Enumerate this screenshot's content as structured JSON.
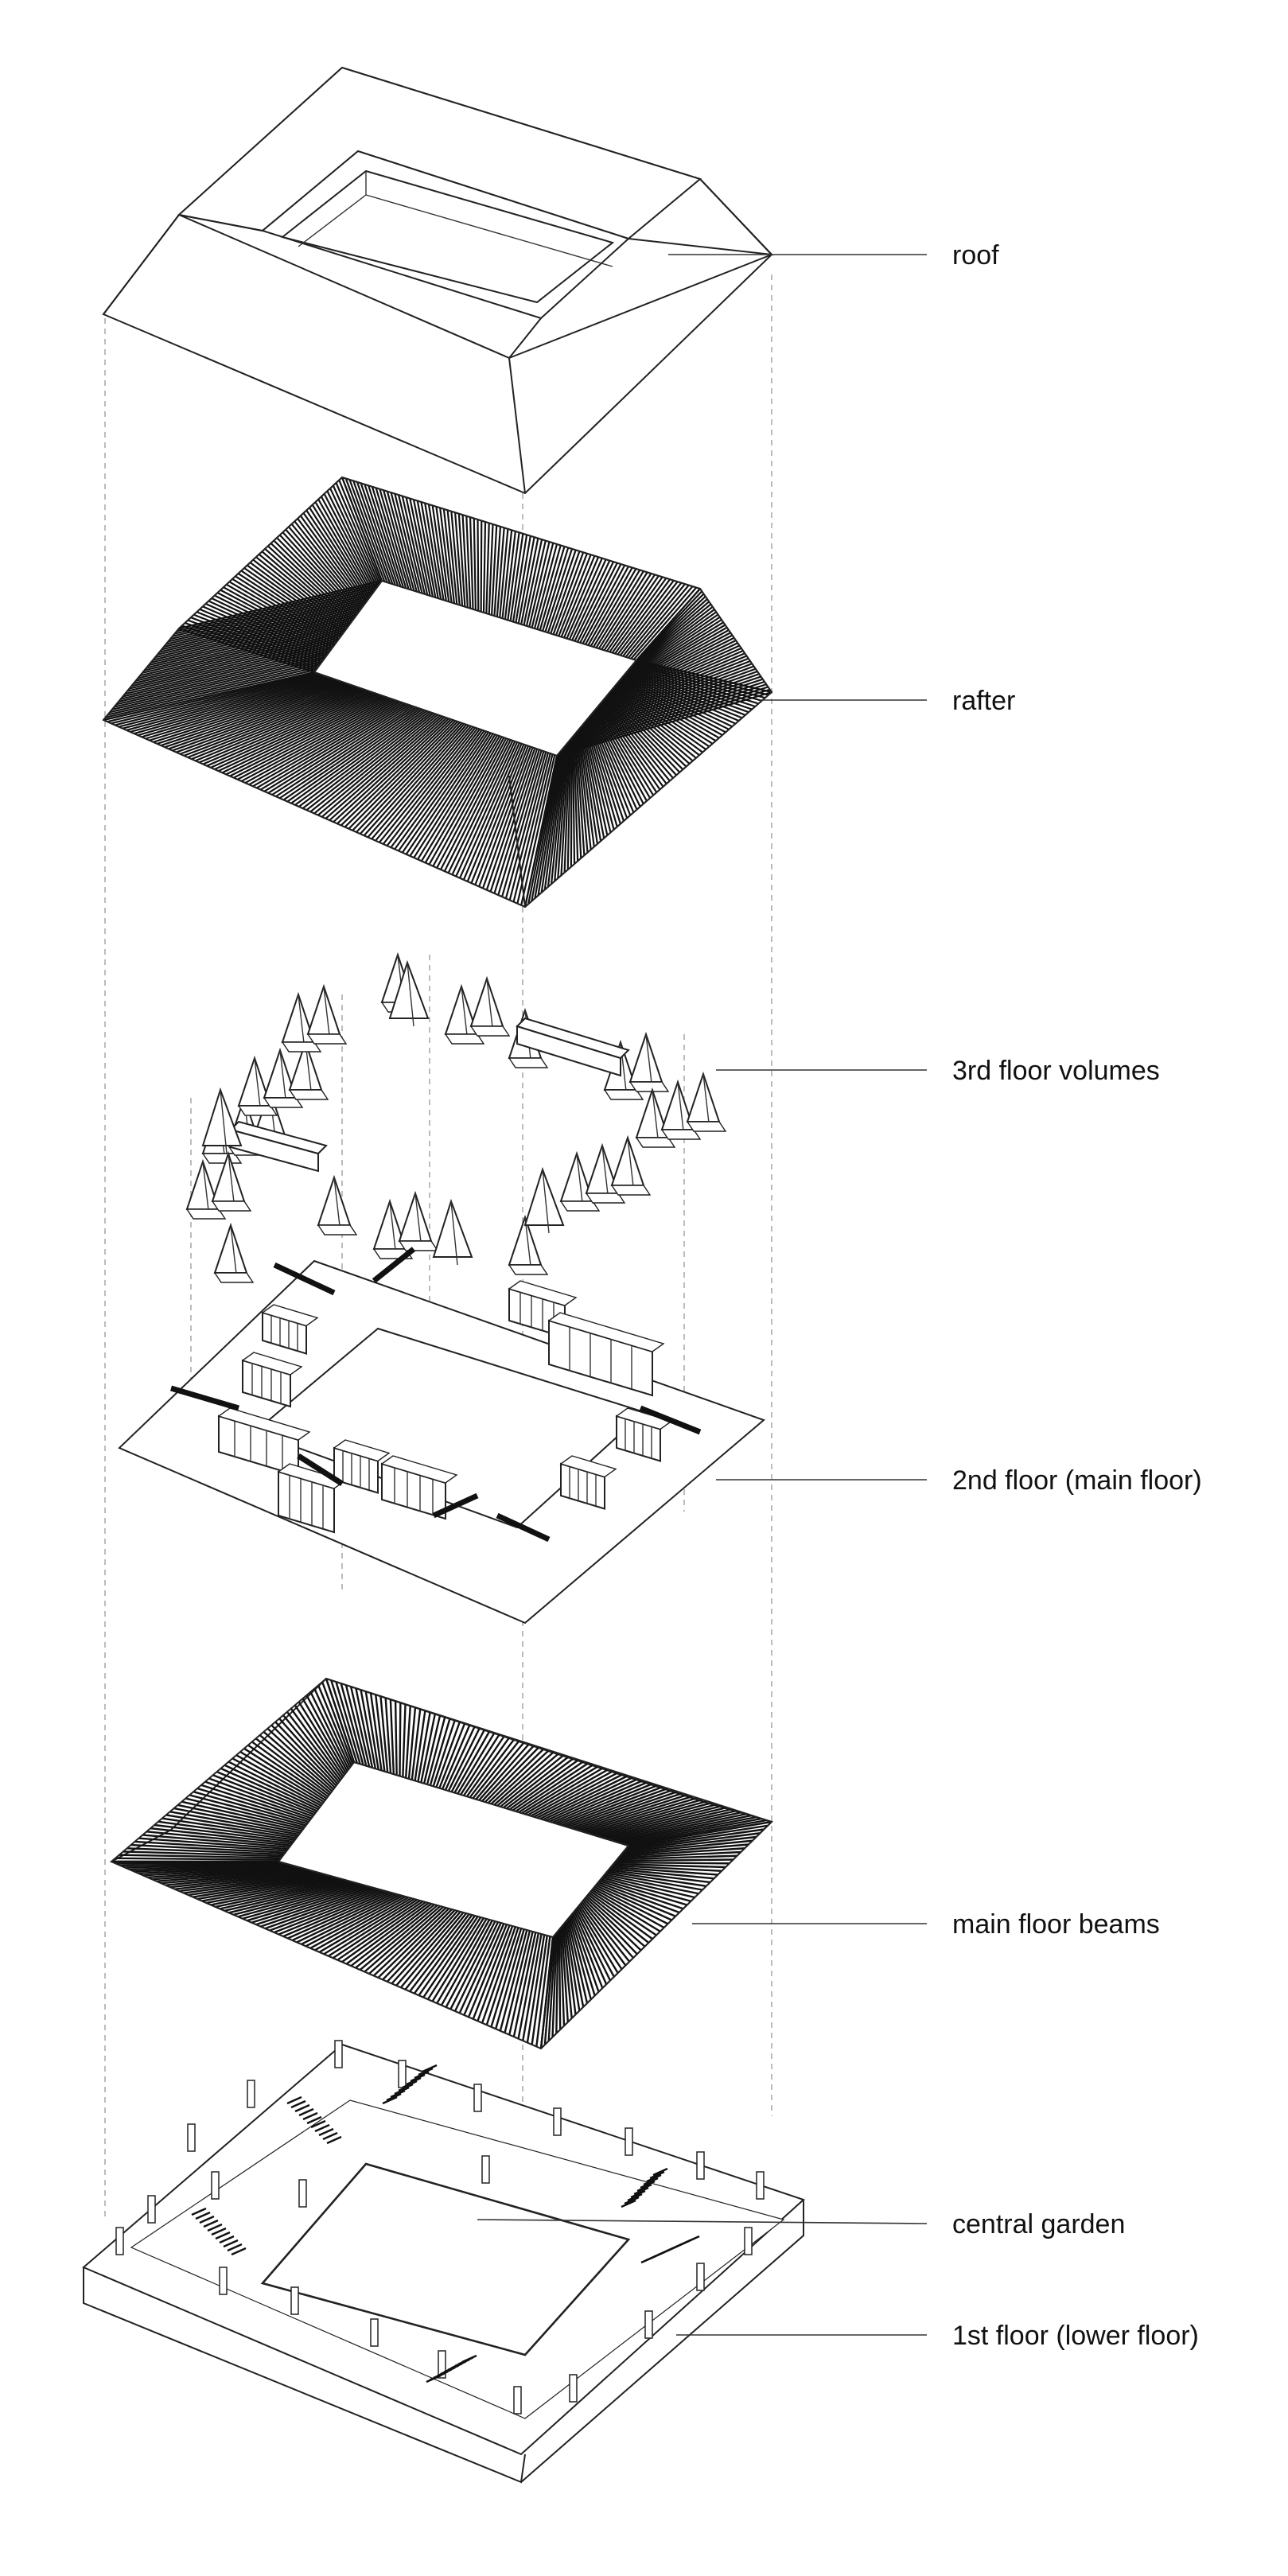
{
  "diagram": {
    "labels": {
      "roof": "roof",
      "rafter": "rafter",
      "third_floor": "3rd floor volumes",
      "second_floor": "2nd floor (main floor)",
      "main_beams": "main floor beams",
      "garden": "central garden",
      "first_floor": "1st floor (lower floor)"
    }
  }
}
